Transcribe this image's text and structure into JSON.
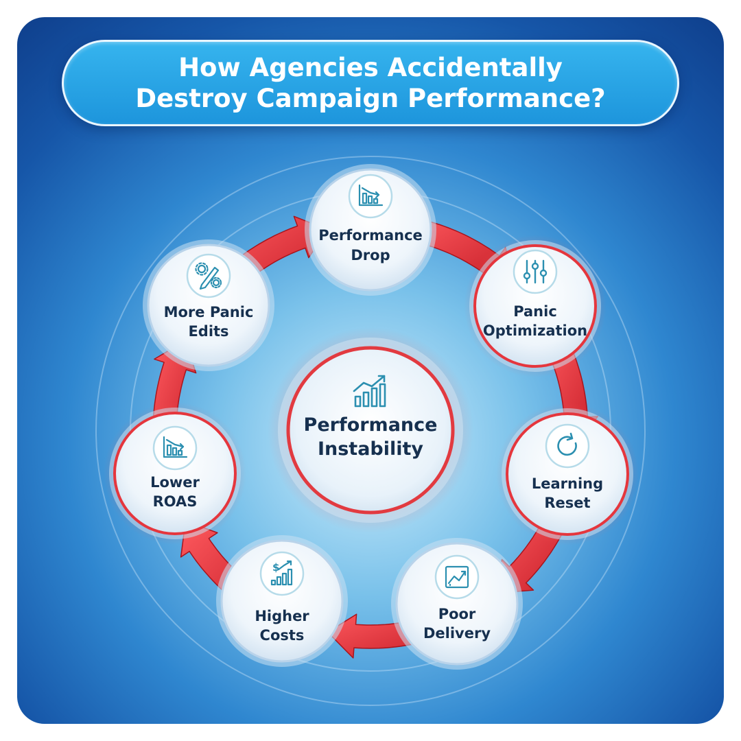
{
  "title": {
    "line1": "How Agencies Accidentally",
    "line2": "Destroy Campaign Performance?"
  },
  "center": {
    "line1": "Performance",
    "line2": "Instability",
    "icon": "trending-up-bars-icon"
  },
  "nodes": [
    {
      "id": "performance-drop",
      "line1": "Performance",
      "line2": "Drop",
      "icon": "declining-bars-icon"
    },
    {
      "id": "panic-optimization",
      "line1": "Panic",
      "line2": "Optimization",
      "icon": "sliders-icon"
    },
    {
      "id": "learning-reset",
      "line1": "Learning",
      "line2": "Reset",
      "icon": "refresh-icon"
    },
    {
      "id": "poor-delivery",
      "line1": "Poor",
      "line2": "Delivery",
      "icon": "line-chart-icon"
    },
    {
      "id": "higher-costs",
      "line1": "Higher",
      "line2": "Costs",
      "icon": "dollar-rising-bars-icon"
    },
    {
      "id": "lower-roas",
      "line1": "Lower",
      "line2": "ROAS",
      "icon": "declining-bars-icon"
    },
    {
      "id": "more-panic-edits",
      "line1": "More Panic",
      "line2": "Edits",
      "icon": "pencil-gears-icon"
    }
  ],
  "colors": {
    "arrow": "#d8262f",
    "node_ring": "#e5363d",
    "icon_stroke": "#2b8fb0",
    "text": "#16304f"
  }
}
